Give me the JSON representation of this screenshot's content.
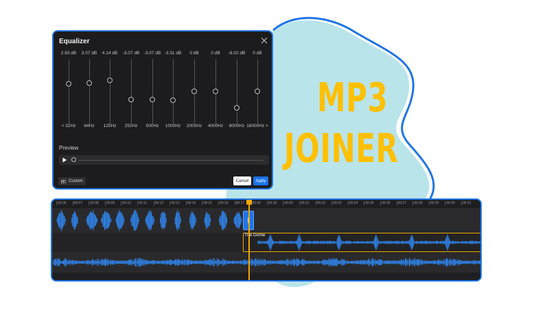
{
  "colors": {
    "accent_blue": "#1f74e6",
    "blob": "#b9e4ea",
    "promo_yellow": "#ffc000",
    "playhead": "#f0a800",
    "window_bg": "#1c1c1e"
  },
  "promo": {
    "line1": "MP3",
    "line2": "JOINER"
  },
  "equalizer": {
    "title": "Equalizer",
    "close_icon": "close-icon",
    "bands": [
      {
        "db": "2.93 dB",
        "freq": "< 32Hz",
        "gain": 2.93
      },
      {
        "db": "3.07 dB",
        "freq": "64Hz",
        "gain": 3.07
      },
      {
        "db": "4.14 dB",
        "freq": "125Hz",
        "gain": 4.14
      },
      {
        "db": "-3.07 dB",
        "freq": "250Hz",
        "gain": -3.07
      },
      {
        "db": "-3.07 dB",
        "freq": "500Hz",
        "gain": -3.07
      },
      {
        "db": "-3.31 dB",
        "freq": "1000Hz",
        "gain": -3.31
      },
      {
        "db": "0 dB",
        "freq": "2000Hz",
        "gain": 0
      },
      {
        "db": "0 dB",
        "freq": "4000Hz",
        "gain": 0
      },
      {
        "db": "-6.02 dB",
        "freq": "8000Hz",
        "gain": -6.02
      },
      {
        "db": "0 dB",
        "freq": "16000Hz >",
        "gain": 0
      }
    ],
    "preview_label": "Preview",
    "preview_progress": 0,
    "custom_label": "Custom",
    "cancel_label": "Cancel",
    "apply_label": "Apply"
  },
  "timeline": {
    "ticks": [
      "00:06",
      "00:07",
      "00:08",
      "00:09",
      "00:10",
      "00:11",
      "00:12",
      "00:13",
      "00:14",
      "00:15",
      "00:16",
      "00:17",
      "00:18",
      "00:19",
      "00:20",
      "00:21",
      "00:22",
      "00:23",
      "00:24",
      "00:25",
      "00:26",
      "00:27",
      "00:28",
      "00:29",
      "00:30",
      "00:31"
    ],
    "clip_label": "The Dome"
  }
}
